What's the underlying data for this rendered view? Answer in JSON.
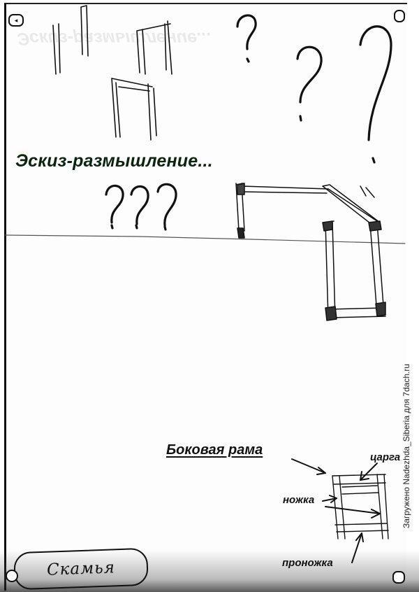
{
  "heading": "Эскиз-размышление...",
  "diagram": {
    "caption": "Боковая рама",
    "labels": {
      "tsarga": "царга",
      "nozhka": "ножка",
      "pronozhka": "проножка"
    }
  },
  "title_box": "Скамья",
  "watermark": "Загружено Nadezhda_Siberia для 7dach.ru",
  "colors": {
    "ink": "#111111",
    "heading": "#0a2410",
    "paper": "#fdfdfd"
  }
}
